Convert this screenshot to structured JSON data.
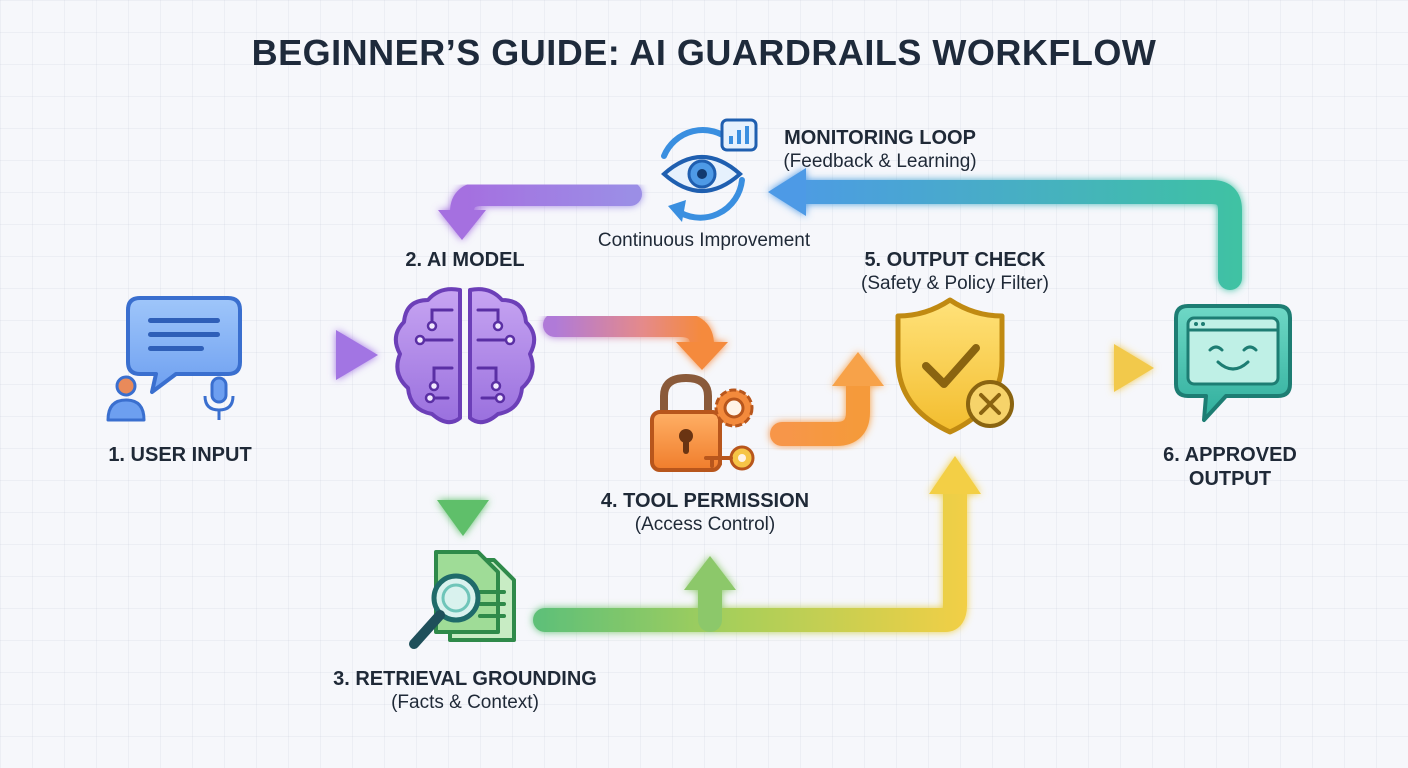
{
  "title": "BEGINNER’S GUIDE: AI GUARDRAILS WORKFLOW",
  "steps": {
    "user_input": {
      "title": "1. USER INPUT",
      "subtitle": ""
    },
    "ai_model": {
      "title": "2. AI MODEL",
      "subtitle": ""
    },
    "retrieval": {
      "title": "3. RETRIEVAL GROUNDING",
      "subtitle": "(Facts & Context)"
    },
    "tool_permission": {
      "title": "4. TOOL PERMISSION",
      "subtitle": "(Access Control)"
    },
    "output_check": {
      "title": "5. OUTPUT CHECK",
      "subtitle": "(Safety & Policy Filter)"
    },
    "approved_output": {
      "title": "6. APPROVED",
      "title2": "OUTPUT",
      "subtitle": ""
    },
    "monitoring": {
      "title": "MONITORING LOOP",
      "subtitle": "(Feedback & Learning)",
      "caption": "Continuous Improvement"
    }
  },
  "icons": {
    "user_input": "chat-bubble-user-microphone-icon",
    "ai_model": "brain-circuit-icon",
    "retrieval": "documents-magnifier-icon",
    "tool_permission": "padlock-gear-key-icon",
    "output_check": "shield-check-x-icon",
    "approved_output": "smiling-chat-window-icon",
    "monitoring": "eye-cycle-chart-icon"
  },
  "colors": {
    "title": "#1e2a3b",
    "blue": "#5b8fe6",
    "purple": "#a070e0",
    "green": "#5fbf6a",
    "orange": "#f38a3c",
    "yellow": "#f2c94c",
    "teal": "#36b3a3"
  }
}
